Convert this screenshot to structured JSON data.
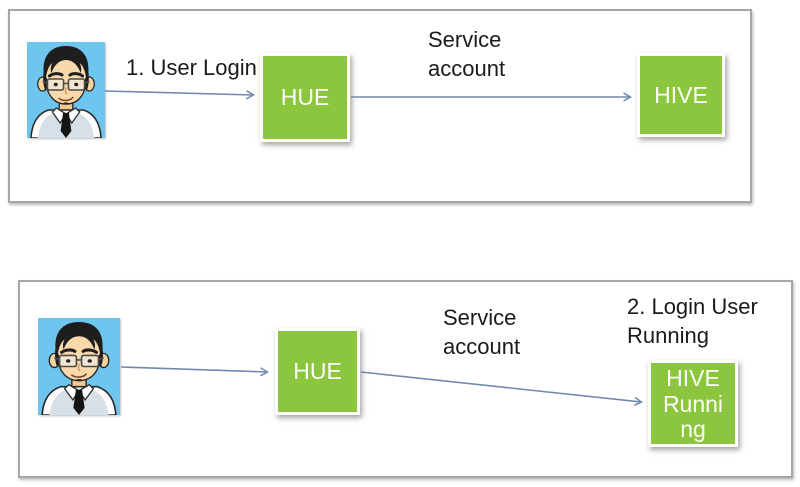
{
  "colors": {
    "green": "#8CC63F",
    "arrow": "#7189AE",
    "panel-border": "#A6A6A6",
    "label-text": "#1B1B1B",
    "node-text": "#FDFEFA",
    "avatar-bg": "#6EC6EF"
  },
  "panels": [
    {
      "id": "top",
      "labels": {
        "user_login": "1. User Login",
        "service_account": "Service account"
      },
      "nodes": {
        "hue": "HUE",
        "hive": "HIVE"
      }
    },
    {
      "id": "bottom",
      "labels": {
        "service_account": "Service account",
        "login_user_running": "2. Login User Running"
      },
      "nodes": {
        "hue": "HUE",
        "hive_running": "HIVE Running"
      }
    }
  ]
}
